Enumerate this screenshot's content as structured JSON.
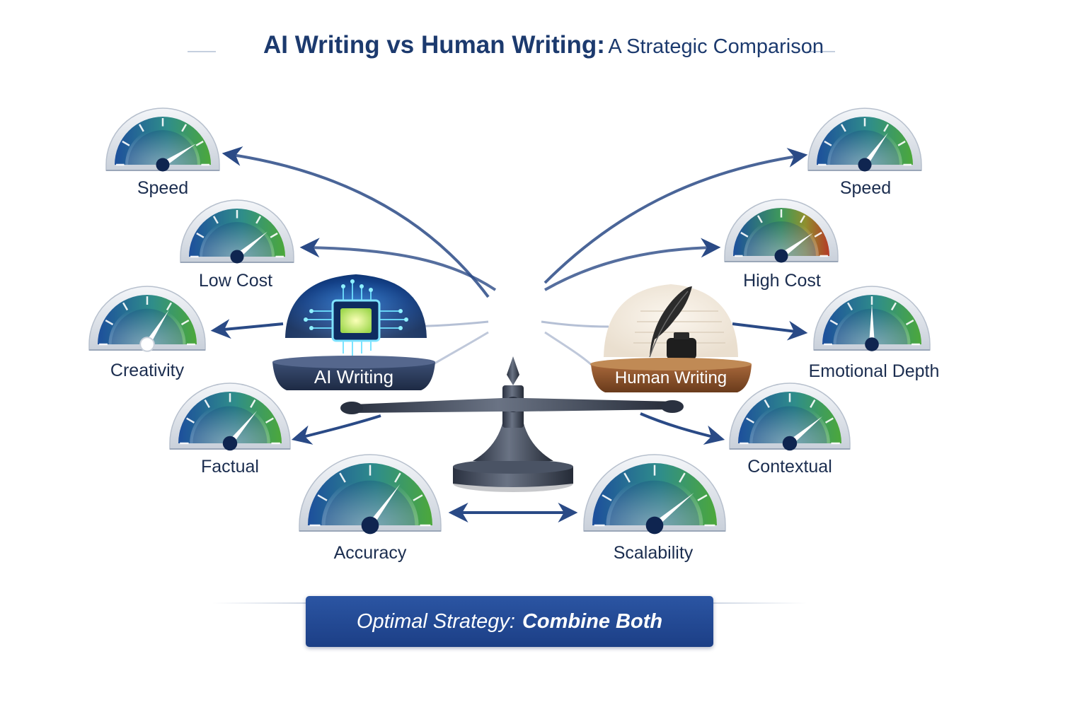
{
  "title": {
    "bold": "AI Writing vs Human Writing:",
    "rest": "A Strategic Comparison"
  },
  "scale": {
    "left_label": "AI Writing",
    "right_label": "Human Writing"
  },
  "gauges": {
    "ai_speed": {
      "label": "Speed",
      "level": 0.82
    },
    "ai_low_cost": {
      "label": "Low Cost",
      "level": 0.78
    },
    "ai_creativity": {
      "label": "Creativity",
      "level": 0.68
    },
    "ai_factual": {
      "label": "Factual",
      "level": 0.72
    },
    "ai_accuracy": {
      "label": "Accuracy",
      "level": 0.7
    },
    "human_speed": {
      "label": "Speed",
      "level": 0.7
    },
    "human_high_cost": {
      "label": "High Cost",
      "level": 0.8
    },
    "human_emotional_depth": {
      "label": "Emotional Depth",
      "level": 0.5
    },
    "human_contextual": {
      "label": "Contextual",
      "level": 0.78
    },
    "human_scalability": {
      "label": "Scalability",
      "level": 0.78
    }
  },
  "banner": {
    "prefix": "Optimal Strategy:",
    "emphasis": "Combine Both"
  },
  "colors": {
    "title": "#1c3a6e",
    "arrow": "#2a4a86",
    "gauge_blue": "#1d4f9c",
    "gauge_green": "#4ca83a",
    "gauge_red": "#b53a26",
    "banner": "#24499a"
  }
}
